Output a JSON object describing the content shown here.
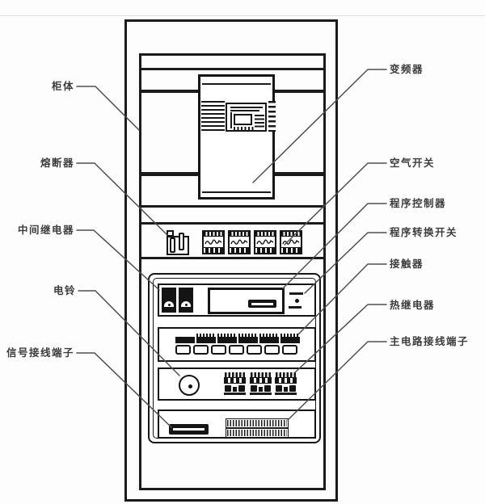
{
  "diagram": {
    "kind": "electrical-control-cabinet-layout",
    "labels": {
      "left": [
        {
          "id": "cabinet-body",
          "text": "柜体"
        },
        {
          "id": "fuse",
          "text": "熔断器"
        },
        {
          "id": "intermediate-relay",
          "text": "中间继电器"
        },
        {
          "id": "electric-bell",
          "text": "电铃"
        },
        {
          "id": "signal-terminal-block",
          "text": "信号接线端子"
        }
      ],
      "right": [
        {
          "id": "inverter",
          "text": "变频器"
        },
        {
          "id": "air-switch",
          "text": "空气开关"
        },
        {
          "id": "program-controller",
          "text": "程序控制器"
        },
        {
          "id": "program-selector-switch",
          "text": "程序转换开关"
        },
        {
          "id": "contactor",
          "text": "接触器"
        },
        {
          "id": "thermal-relay",
          "text": "热继电器"
        },
        {
          "id": "main-circuit-terminal-block",
          "text": "主电路接线端子"
        }
      ]
    },
    "components": {
      "air_switch_module_count": 4,
      "intermediate_relay_count": 2,
      "contactor_segment_count": 6,
      "contactor_base_count": 7,
      "thermal_relay_count": 3
    },
    "colors": {
      "outline": "#1b1b1b",
      "leader_line": "#4f4f4f",
      "label_text": "#3c3c3c",
      "background": "#fdfdfd"
    }
  }
}
